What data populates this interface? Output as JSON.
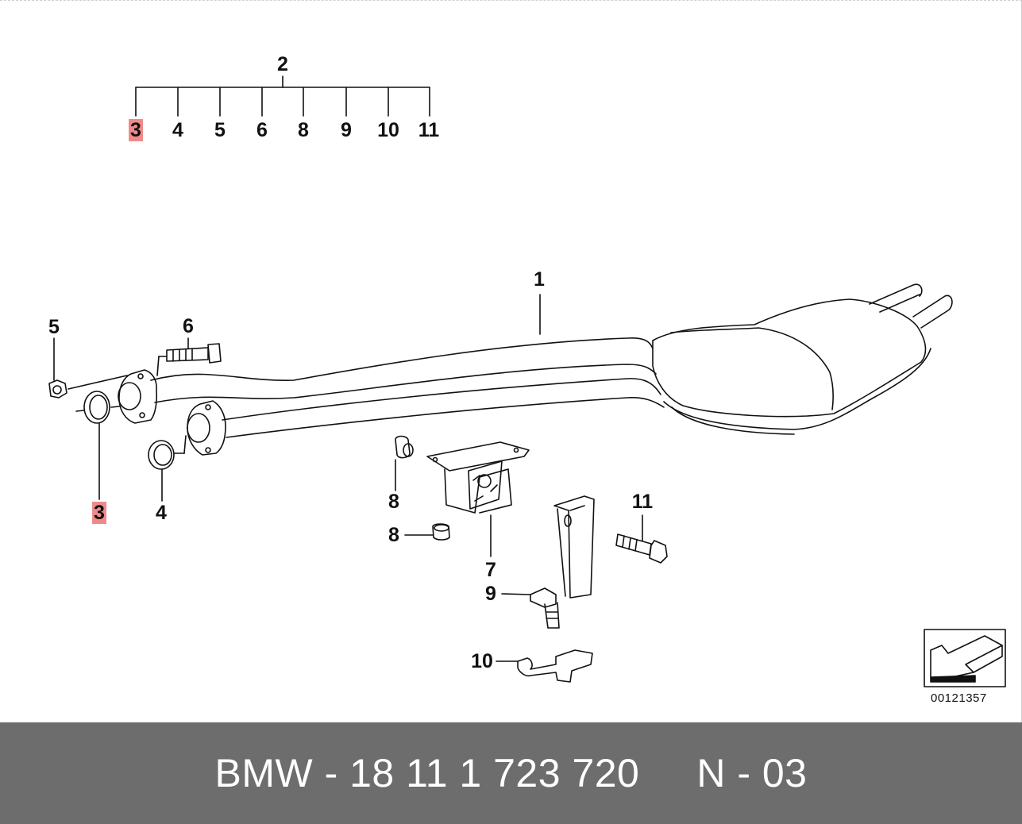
{
  "diagram": {
    "callouts": {
      "c2": "2",
      "t3": "3",
      "t4": "4",
      "t5": "5",
      "t6": "6",
      "t8": "8",
      "t9": "9",
      "t10": "10",
      "t11": "11",
      "c1": "1",
      "c5": "5",
      "c6": "6",
      "c3": "3",
      "c4": "4",
      "c8a": "8",
      "c8b": "8",
      "c7": "7",
      "c9": "9",
      "c10": "10",
      "c11": "11"
    },
    "highlight_color": "#f08a8a",
    "image_code": "00121357"
  },
  "footer": {
    "text": "BMW - 18 11 1 723 720     N - 03",
    "background": "#6d6d6d"
  }
}
